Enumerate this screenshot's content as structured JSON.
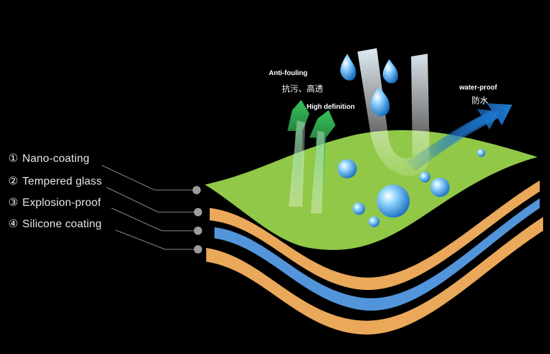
{
  "legend": [
    {
      "num": "①",
      "label": "Nano-coating"
    },
    {
      "num": "②",
      "label": "Tempered glass"
    },
    {
      "num": "③",
      "label": "Explosion-proof"
    },
    {
      "num": "④",
      "label": "Silicone coating"
    }
  ],
  "callouts": {
    "anti_fouling": {
      "en": "Anti-fouling",
      "zh": "抗污、高透"
    },
    "high_definition": {
      "en": "High definition"
    },
    "water_proof": {
      "en": "water-proof",
      "zh": "防水"
    }
  },
  "colors": {
    "background": "#000000",
    "nano_layer": "#8cc63f",
    "glass_layer": "#e9a452",
    "explosion_layer": "#4a90d9",
    "silicone_layer": "#e9a452",
    "green_arrow": "#37c25a",
    "blue_arrow": "#1f78d1"
  }
}
